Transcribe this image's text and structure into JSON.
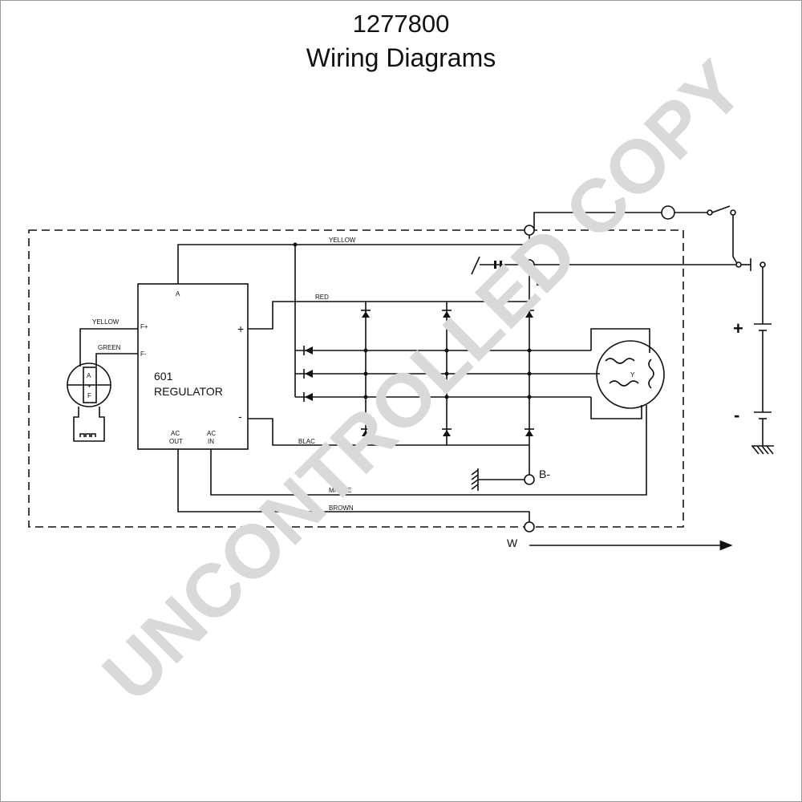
{
  "header": {
    "part_number": "1277800",
    "title": "Wiring Diagrams"
  },
  "watermark": "UNCONTROLLED COPY",
  "regulator": {
    "model": "601",
    "name": "REGULATOR",
    "pin_a": "A",
    "pin_f_plus": "F+",
    "pin_f_minus": "F-",
    "pin_plus": "+",
    "pin_minus": "-",
    "pin_ac_out_1": "AC",
    "pin_ac_out_2": "OUT",
    "pin_ac_in_1": "AC",
    "pin_ac_in_2": "IN"
  },
  "wires": {
    "yellow_top": "YELLOW",
    "red": "RED",
    "black": "BLAC",
    "mauve": "MAUVE",
    "brown": "BROWN",
    "yellow_left": "YELLOW",
    "green_left": "GREEN"
  },
  "terminals": {
    "b_plus": "B+",
    "b_minus": "B-",
    "w": "W"
  },
  "battery": {
    "plus": "+",
    "minus": "-"
  },
  "plug": {
    "a": "A",
    "plus": "+",
    "f": "F"
  },
  "stator": {
    "center": "Y"
  }
}
